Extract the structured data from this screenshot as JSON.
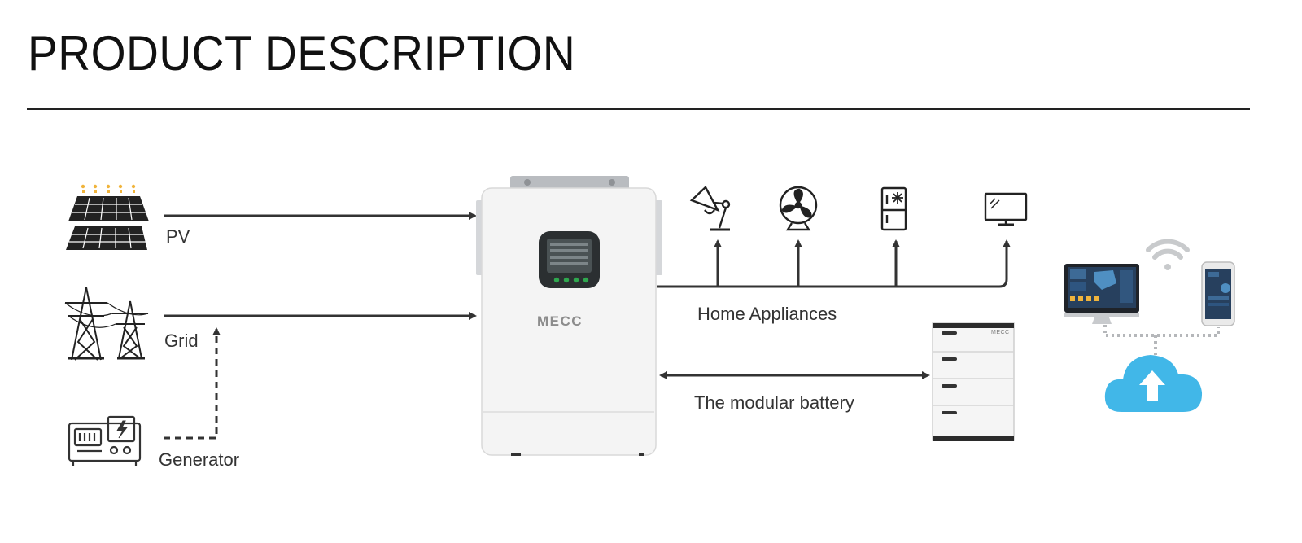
{
  "header": {
    "title": "PRODUCT DESCRIPTION"
  },
  "inputs": {
    "pv_label": "PV",
    "grid_label": "Grid",
    "generator_label": "Generator"
  },
  "outputs": {
    "home_appliances_label": "Home Appliances",
    "battery_label": "The modular battery"
  },
  "inverter": {
    "brand": "MECC"
  },
  "battery": {
    "brand": "MECC"
  },
  "colors": {
    "line": "#333333",
    "cloud": "#41b7e8",
    "solar_sun": "#f0b43c",
    "screen_green": "#2fa84f"
  },
  "icons": [
    "solar-panel-icon",
    "power-tower-icon",
    "generator-icon",
    "lamp-icon",
    "fan-icon",
    "fridge-icon",
    "tv-icon",
    "monitor-icon",
    "phone-icon",
    "wifi-icon",
    "cloud-upload-icon"
  ]
}
